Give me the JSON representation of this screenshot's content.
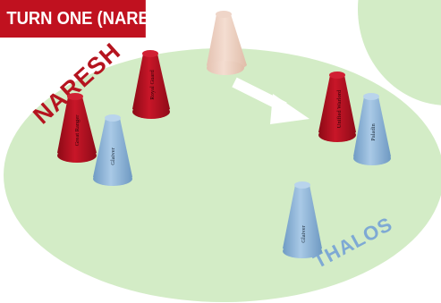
{
  "turn_label": "TURN ONE (NARESH)",
  "regions": {
    "naresh": {
      "name": "NARESH",
      "color": "#b5141f"
    },
    "thalos": {
      "name": "THALOS",
      "color": "#7ea9d4"
    }
  },
  "colors": {
    "board_field": "#d3ecc6",
    "naresh_piece": "#b30f20",
    "thalos_piece": "#8fb6d8",
    "ghost_piece": "#edd1c2",
    "move_arrow": "#ffffff"
  },
  "units": [
    {
      "id": "naresh-1",
      "side": "naresh",
      "label": "Royal Guard"
    },
    {
      "id": "naresh-2",
      "side": "naresh",
      "label": "Great Ranger"
    },
    {
      "id": "naresh-3",
      "side": "naresh",
      "label": "Unified Warlord"
    },
    {
      "id": "thalos-1",
      "side": "thalos",
      "label": "Glaiver"
    },
    {
      "id": "thalos-2",
      "side": "thalos",
      "label": "Paladin"
    },
    {
      "id": "thalos-3",
      "side": "thalos",
      "label": "Glaiver"
    }
  ],
  "ghost_unit": {
    "side": "naresh",
    "label": ""
  },
  "move_arrow": {
    "icon": "move-arrow-icon"
  }
}
